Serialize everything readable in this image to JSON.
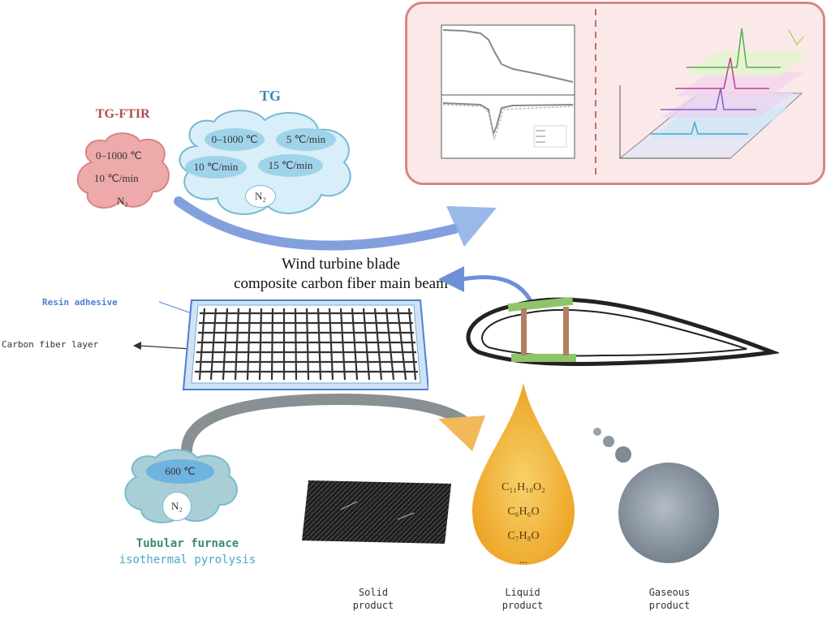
{
  "tgftir": {
    "title": "TG-FTIR",
    "temp": "0–1000 ℃",
    "rate": "10 ℃/min",
    "gas": "N₂"
  },
  "tg": {
    "title": "TG",
    "temp": "0–1000 ℃",
    "rates": [
      "5 ℃/min",
      "10 ℃/min",
      "15 ℃/min"
    ],
    "gas": "N₂"
  },
  "blade": {
    "title_line1": "Wind turbine blade",
    "title_line2": "composite carbon fiber main beam"
  },
  "layers": {
    "resin": "Resin adhesive",
    "carbon": "Carbon fiber layer"
  },
  "furnace": {
    "temp": "600 ℃",
    "gas": "N₂",
    "label_line1": "Tubular furnace",
    "label_line2": "isothermal pyrolysis"
  },
  "liquid": {
    "formulas": [
      "C₁₁H₁₀O₂",
      "C₆H₆O",
      "C₇H₈O",
      "..."
    ]
  },
  "products": {
    "solid_line1": "Solid",
    "solid_line2": "product",
    "liquid_line1": "Liquid",
    "liquid_line2": "product",
    "gaseous_line1": "Gaseous",
    "gaseous_line2": "product"
  },
  "colors": {
    "panel_border": "#d98585",
    "panel_fill": "#fbe9e9",
    "cloud_blue": "#d8eef8",
    "cloud_pink": "#eeaaaa",
    "droplet": "#f2b334",
    "arrow_blue": "#6d8fd8"
  }
}
